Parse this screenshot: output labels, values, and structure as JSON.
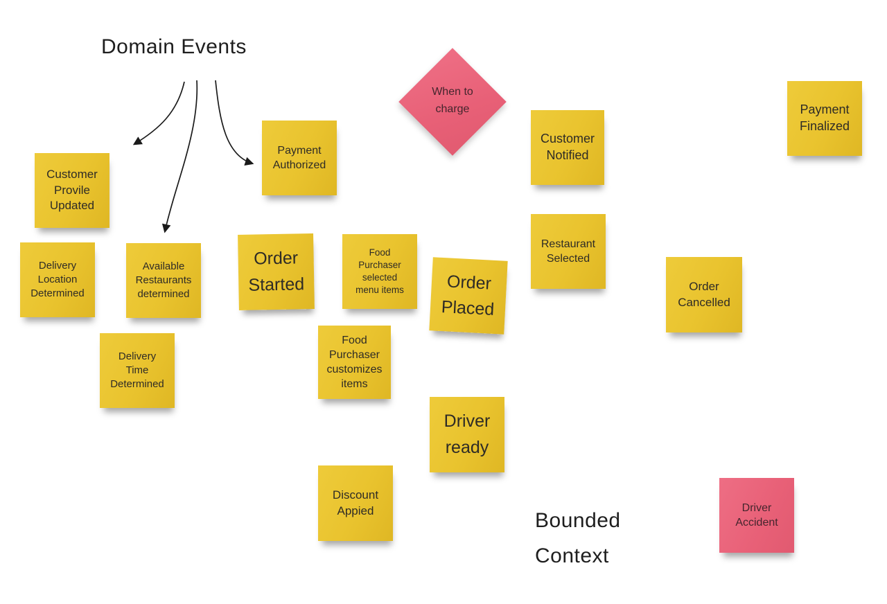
{
  "titles": {
    "domain_events": "Domain Events",
    "bounded_context": "Bounded\nContext"
  },
  "colors": {
    "sticky_yellow": "#e9c32e",
    "sticky_pink": "#e86077",
    "note_text": "#2e2b26",
    "pink_note_text": "#44252d",
    "arrow": "#1a1a1a",
    "background": "#ffffff"
  },
  "notes": [
    {
      "id": "customer-profile-updated",
      "text": "Customer\nProvile\nUpdated",
      "color": "yellow"
    },
    {
      "id": "delivery-location-determined",
      "text": "Delivery\nLocation\nDetermined",
      "color": "yellow"
    },
    {
      "id": "available-restaurants-determined",
      "text": "Available\nRestaurants\ndetermined",
      "color": "yellow"
    },
    {
      "id": "delivery-time-determined",
      "text": "Delivery\nTime\nDetermined",
      "color": "yellow"
    },
    {
      "id": "payment-authorized",
      "text": "Payment\nAuthorized",
      "color": "yellow"
    },
    {
      "id": "order-started",
      "text": "Order\nStarted",
      "color": "yellow"
    },
    {
      "id": "food-purchaser-selected-menu-items",
      "text": "Food\nPurchaser\nselected\nmenu items",
      "color": "yellow"
    },
    {
      "id": "food-purchaser-customizes-items",
      "text": "Food\nPurchaser\ncustomizes\nitems",
      "color": "yellow"
    },
    {
      "id": "order-placed",
      "text": "Order\nPlaced",
      "color": "yellow"
    },
    {
      "id": "restaurant-selected",
      "text": "Restaurant\nSelected",
      "color": "yellow"
    },
    {
      "id": "customer-notified",
      "text": "Customer\nNotified",
      "color": "yellow"
    },
    {
      "id": "payment-finalized",
      "text": "Payment\nFinalized",
      "color": "yellow"
    },
    {
      "id": "order-cancelled",
      "text": "Order\nCancelled",
      "color": "yellow"
    },
    {
      "id": "driver-ready",
      "text": "Driver\nready",
      "color": "yellow"
    },
    {
      "id": "discount-applied",
      "text": "Discount\nAppied",
      "color": "yellow"
    },
    {
      "id": "driver-accident",
      "text": "Driver\nAccident",
      "color": "pink"
    }
  ],
  "decision": {
    "id": "when-to-charge",
    "text": "When to\ncharge",
    "shape": "diamond",
    "color": "pink"
  }
}
